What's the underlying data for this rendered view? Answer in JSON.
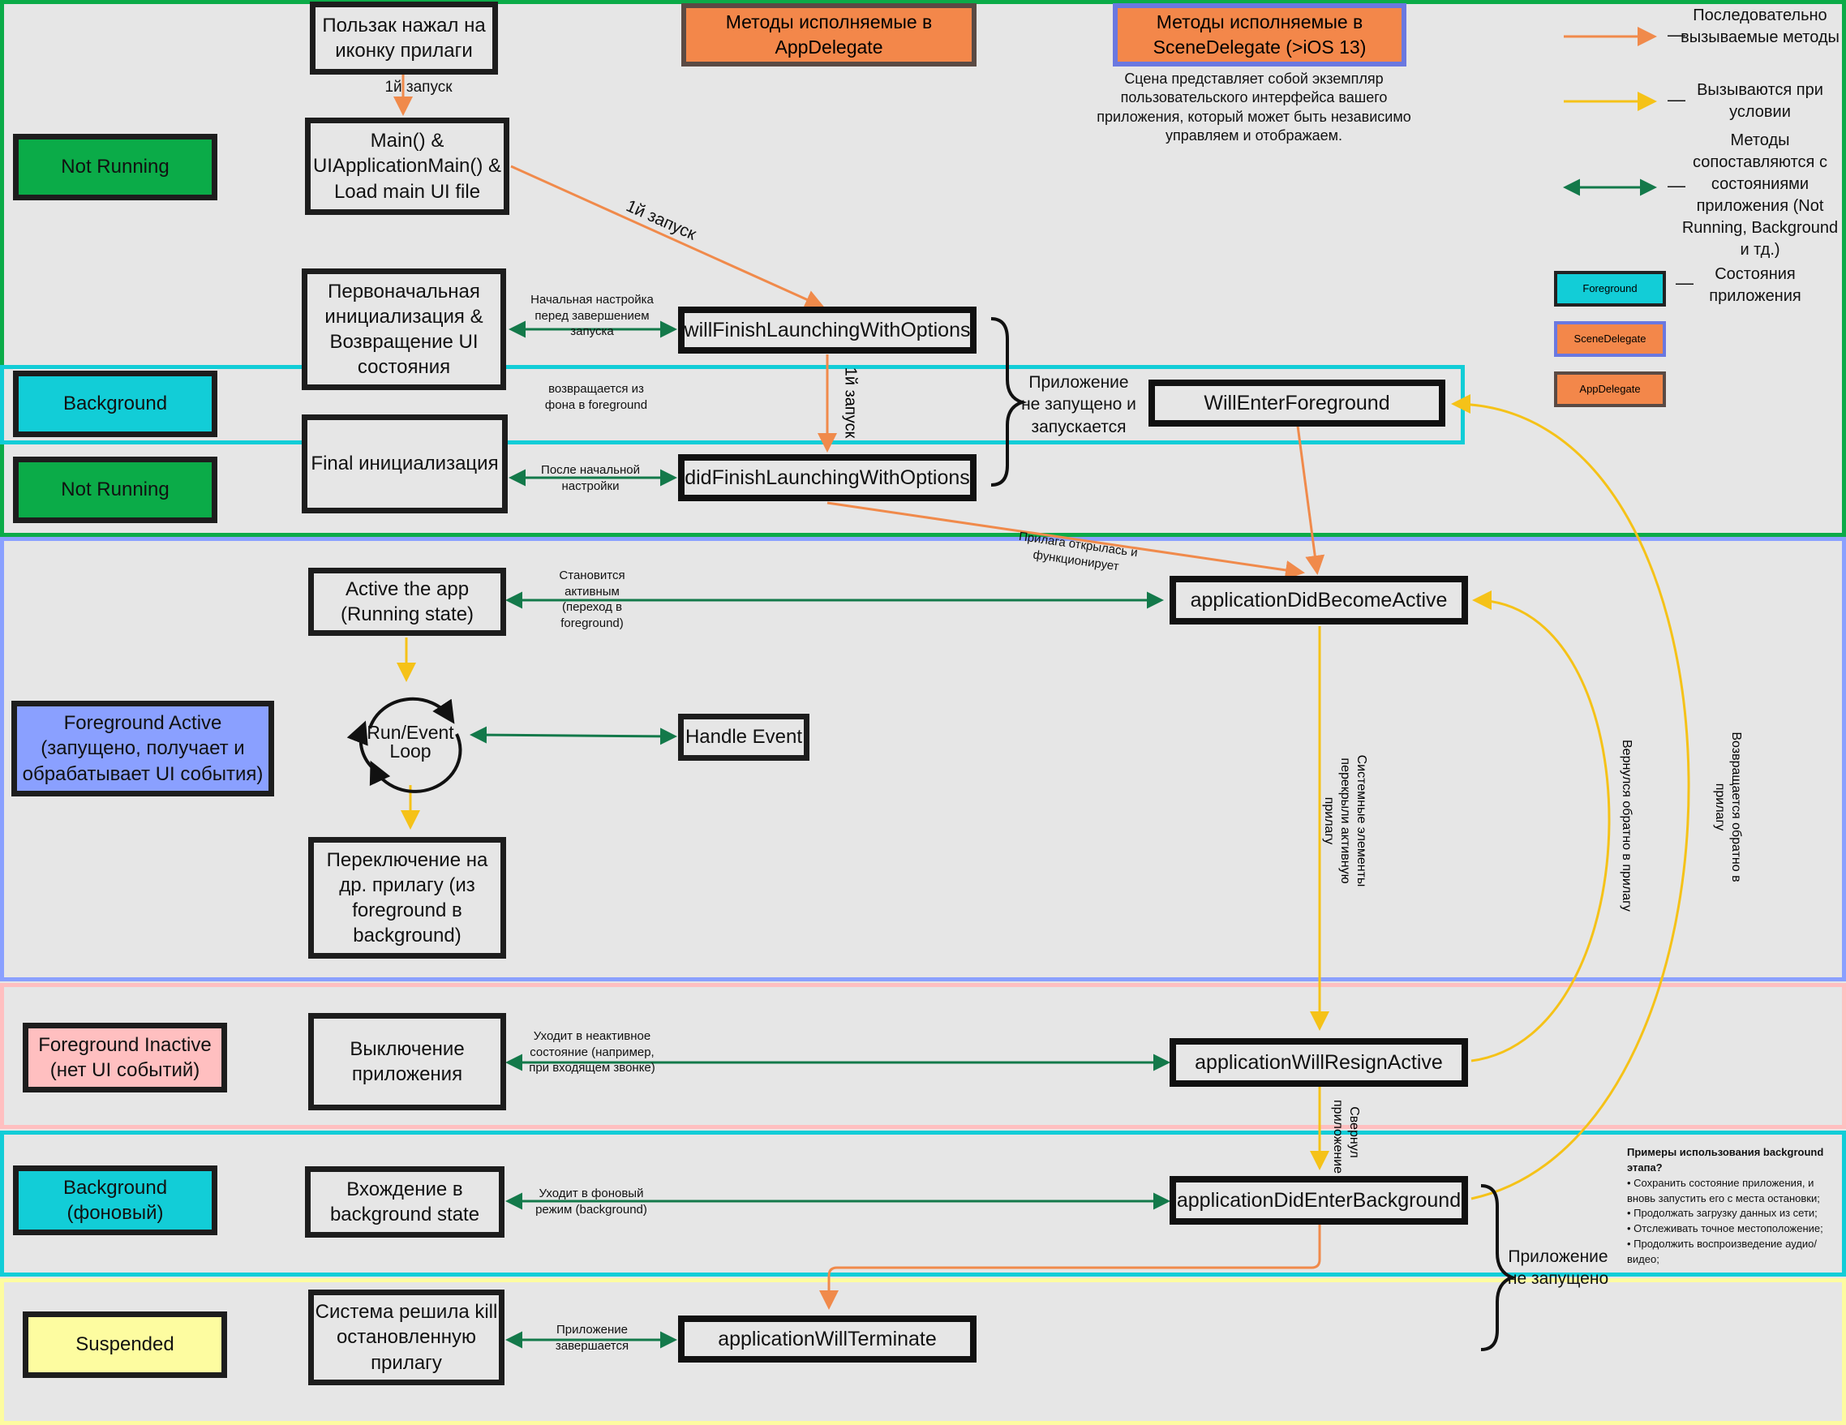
{
  "colors": {
    "orange_arrow": "#f08a4b",
    "yellow_arrow": "#f5c218",
    "green_arrow": "#13794a",
    "not_running": "#0bab48",
    "background_state": "#12cdd7",
    "foreground_active": "#8aa0ff",
    "foreground_inactive": "#ffbfc0",
    "suspended": "#fdfca0",
    "appdelegate_fill": "#f3874a",
    "appdelegate_border": "#5a4a44",
    "scenedelegate_border": "#6a78e0"
  },
  "headers": {
    "appdelegate": "Методы исполняемые в AppDelegate",
    "scenedelegate": "Методы исполняемые в SceneDelegate (>iOS 13)",
    "scene_description": "Сцена представляет собой экземпляр пользовательского интерфейса вашего приложения, который может быть независимо управляем и отображаем."
  },
  "legend": {
    "orange": "Последовательно вызываемые методы",
    "yellow": "Вызываются при условии",
    "green": "Методы сопоставляются с состояниями приложения (Not Running, Background и тд.)",
    "states": "Состояния приложения",
    "dash": "—",
    "swatch_foreground": "Foreground",
    "swatch_scenedelegate": "SceneDelegate",
    "swatch_appdelegate": "AppDelegate"
  },
  "states": {
    "not_running_1": "Not Running",
    "background_1": "Background",
    "not_running_2": "Not Running",
    "foreground_active": "Foreground Active (запущено, получает и обрабатывает UI события)",
    "foreground_inactive": "Foreground Inactive (нет UI событий)",
    "background_2": "Background (фоновый)",
    "suspended": "Suspended"
  },
  "nodes": {
    "user_tap": "Пользак нажал на иконку прилаги",
    "main": "Main() & UIApplicationMain() & Load main UI file",
    "init": "Первоначальная инициализация & Возвращение UI состояния",
    "final_init": "Final инициализация",
    "active_app": "Active the app (Running state)",
    "run_loop": "Run/Event Loop",
    "handle_event": "Handle Event",
    "switch_app": "Переключение на др. прилагу (из foreground в background)",
    "shutdown": "Выключение приложения",
    "enter_bg": "Вхождение в background state",
    "kill": "Система решила kill остановленную прилагу"
  },
  "methods": {
    "will_finish": "willFinishLaunchingWithOptions",
    "did_finish": "didFinishLaunchingWithOptions",
    "will_enter_fg": "WillEnterForeground",
    "did_become_active": "applicationDidBecomeActive",
    "will_resign_active": "applicationWillResignActive",
    "did_enter_bg": "applicationDidEnterBackground",
    "will_terminate": "applicationWillTerminate"
  },
  "labels": {
    "first_launch_a": "1й запуск",
    "first_launch_b": "1й запуск",
    "first_launch_c": "1й запуск",
    "initial_setup": "Начальная настройка перед завершением запуска",
    "returns_from_bg": "возвращается из фона в foreground",
    "after_initial": "После начальной настройки",
    "not_launched_top": "Приложение не запущено и запускается",
    "opened_works": "Прилага открылась и функционирует",
    "becomes_active": "Становится активным (переход в foreground)",
    "goes_inactive": "Уходит в неактивное состояние (например, при входящем звонке)",
    "goes_bg": "Уходит в фоновый режим (background)",
    "terminating": "Приложение завершается",
    "system_elements": "Системные элементы перекрыли активную прилагу",
    "returned_back": "Вернулся обратно в прилагу",
    "returns_back": "Возвращается обратно в прилагу",
    "minimized": "Свернул приложение",
    "not_launched_bottom": "Приложение не запущено"
  },
  "bg_examples": {
    "title": "Примеры использования background этапа?",
    "items": [
      "• Сохранить состояние приложения, и вновь запустить его с места остановки;",
      "• Продолжать загрузку данных из сети;",
      "• Отслеживать точное местоположение;",
      "• Продолжить воспроизведение аудио/видео;"
    ]
  }
}
